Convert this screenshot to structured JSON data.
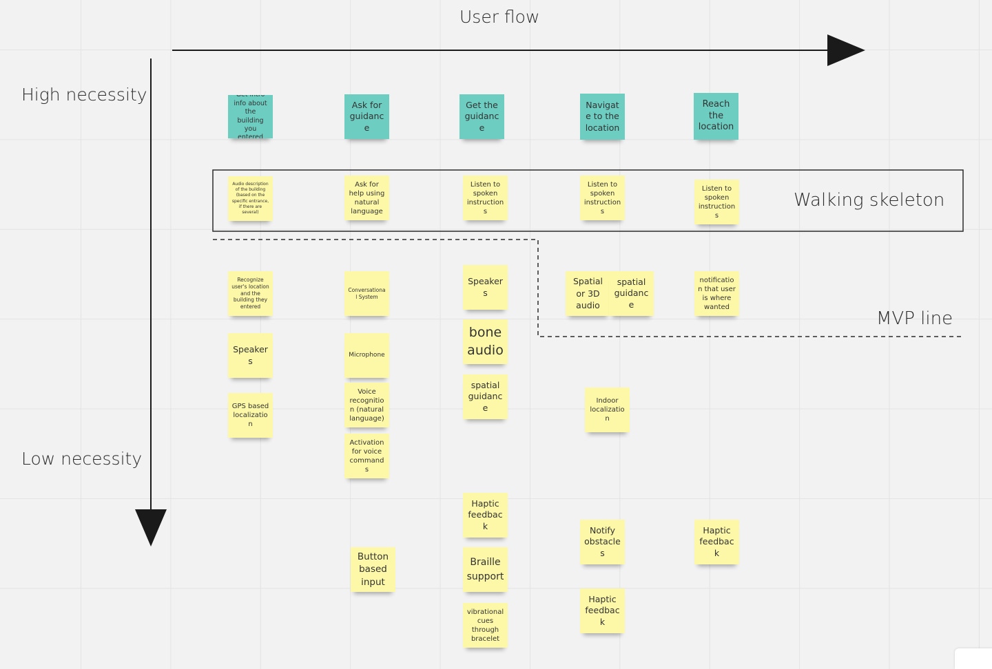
{
  "axes": {
    "user_flow": "User flow",
    "high_necessity": "High necessity",
    "low_necessity": "Low necessity"
  },
  "annotations": {
    "walking_skeleton": "Walking skeleton",
    "mvp_line": "MVP line"
  },
  "colors": {
    "teal": "#6dcdc1",
    "yellow": "#fdf8a7"
  },
  "notes": [
    {
      "id": "n1",
      "text": "Get intro info about the building you entered",
      "color": "teal"
    },
    {
      "id": "n2",
      "text": "Ask for guidance",
      "color": "teal"
    },
    {
      "id": "n3",
      "text": "Get the guidance",
      "color": "teal"
    },
    {
      "id": "n4",
      "text": "Navigate to the location",
      "color": "teal"
    },
    {
      "id": "n5",
      "text": "Reach the location",
      "color": "teal"
    },
    {
      "id": "n6",
      "text": "Audio description of the building (based on the specific entrance, if there are several)",
      "color": "yellow"
    },
    {
      "id": "n7",
      "text": "Ask for help using natural language",
      "color": "yellow"
    },
    {
      "id": "n8",
      "text": "Listen to spoken instructions",
      "color": "yellow"
    },
    {
      "id": "n9",
      "text": "Listen to spoken instructions",
      "color": "yellow"
    },
    {
      "id": "n10",
      "text": "Listen to spoken instructions",
      "color": "yellow"
    },
    {
      "id": "n11",
      "text": "Recognize user's location and the building they entered",
      "color": "yellow"
    },
    {
      "id": "n12",
      "text": "Conversational System",
      "color": "yellow"
    },
    {
      "id": "n13",
      "text": "Speakers",
      "color": "yellow"
    },
    {
      "id": "n14",
      "text": "Spatial or 3D audio",
      "color": "yellow"
    },
    {
      "id": "n15",
      "text": "spatial guidance",
      "color": "yellow"
    },
    {
      "id": "n16",
      "text": "notification that user is where wanted",
      "color": "yellow"
    },
    {
      "id": "n17",
      "text": "Speakers",
      "color": "yellow"
    },
    {
      "id": "n18",
      "text": "Microphone",
      "color": "yellow"
    },
    {
      "id": "n19",
      "text": "bone audio",
      "color": "yellow"
    },
    {
      "id": "n20",
      "text": "GPS based localization",
      "color": "yellow"
    },
    {
      "id": "n21",
      "text": "Voice recognition (natural language)",
      "color": "yellow"
    },
    {
      "id": "n22",
      "text": "spatial guidance",
      "color": "yellow"
    },
    {
      "id": "n23",
      "text": "Indoor localization",
      "color": "yellow"
    },
    {
      "id": "n24",
      "text": "Activation for voice commands",
      "color": "yellow"
    },
    {
      "id": "n25",
      "text": "Haptic feedback",
      "color": "yellow"
    },
    {
      "id": "n26",
      "text": "Notify obstacles",
      "color": "yellow"
    },
    {
      "id": "n27",
      "text": "Haptic feedback",
      "color": "yellow"
    },
    {
      "id": "n28",
      "text": "Button based input",
      "color": "yellow"
    },
    {
      "id": "n29",
      "text": "Braille support",
      "color": "yellow"
    },
    {
      "id": "n30",
      "text": "Haptic feedback",
      "color": "yellow"
    },
    {
      "id": "n31",
      "text": "vibrational cues through bracelet",
      "color": "yellow"
    }
  ]
}
